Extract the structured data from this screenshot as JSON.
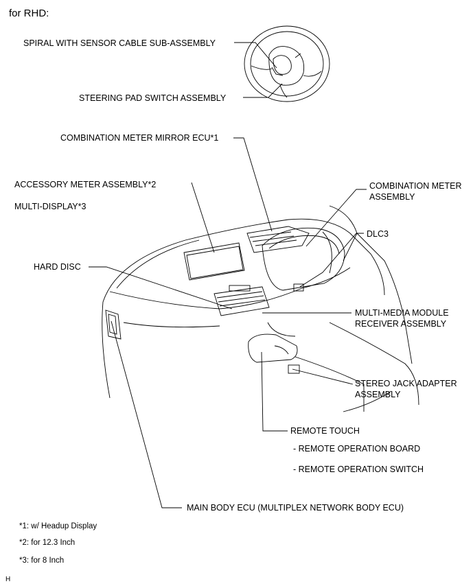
{
  "heading": "for RHD:",
  "labels": {
    "spiral": "SPIRAL WITH SENSOR CABLE SUB-ASSEMBLY",
    "steering_pad": "STEERING PAD SWITCH ASSEMBLY",
    "mirror_ecu": "COMBINATION METER MIRROR ECU*1",
    "accessory_meter": "ACCESSORY METER ASSEMBLY*2",
    "multi_display": "MULTI-DISPLAY*3",
    "combination_meter_l1": "COMBINATION METER",
    "combination_meter_l2": "ASSEMBLY",
    "dlc3": "DLC3",
    "hard_disc": "HARD DISC",
    "multimedia_l1": "MULTI-MEDIA MODULE",
    "multimedia_l2": "RECEIVER ASSEMBLY",
    "stereo_jack_l1": "STEREO JACK ADAPTER",
    "stereo_jack_l2": "ASSEMBLY",
    "remote_touch": "REMOTE TOUCH",
    "remote_board": "- REMOTE OPERATION BOARD",
    "remote_switch": "- REMOTE OPERATION SWITCH",
    "main_body_ecu": "MAIN BODY ECU (MULTIPLEX NETWORK BODY ECU)"
  },
  "footnotes": {
    "n1": "*1: w/ Headup Display",
    "n2": "*2: for 12.3 Inch",
    "n3": "*3: for 8 Inch"
  },
  "corner_mark": "H"
}
